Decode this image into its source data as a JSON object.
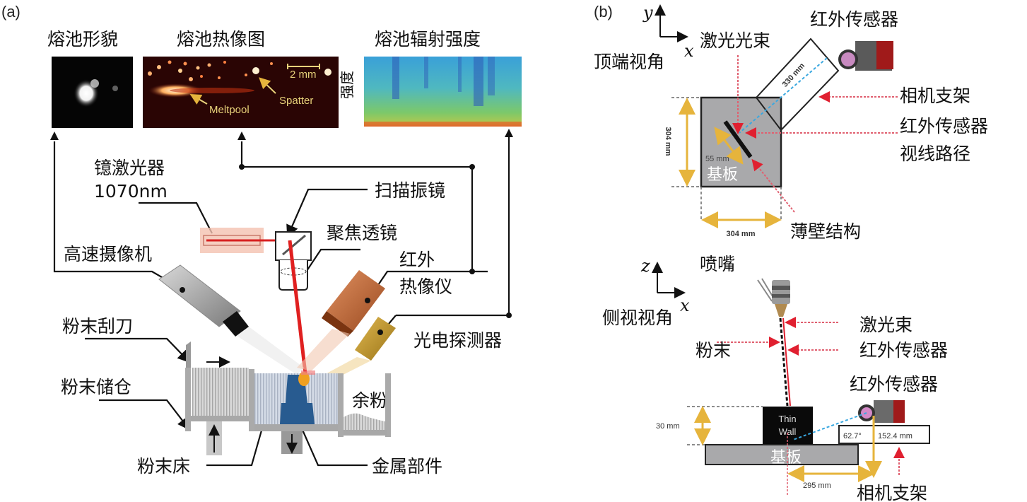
{
  "panel_a": {
    "label": "(a)",
    "images": {
      "meltpool_morphology": "熔池形貌",
      "meltpool_thermal": "熔池热像图",
      "meltpool_radiation": "熔池辐射强度",
      "intensity_axis": "强度",
      "scale_bar": "2 mm",
      "meltpool_annotation": "Meltpool",
      "spatter_annotation": "Spatter"
    },
    "components": {
      "laser_line1": "镱激光器",
      "laser_line2": "1070nm",
      "galvo": "扫描振镜",
      "focus_lens": "聚焦透镜",
      "high_speed_camera": "高速摄像机",
      "ir_camera_line1": "红外",
      "ir_camera_line2": "热像仪",
      "recoater": "粉末刮刀",
      "photodetector": "光电探测器",
      "powder_reservoir": "粉末储仓",
      "excess_powder": "余粉",
      "powder_bed": "粉末床",
      "metal_part": "金属部件"
    }
  },
  "panel_b": {
    "label": "(b)",
    "top_view": {
      "title": "顶端视角",
      "axis_y": "y",
      "axis_x": "x",
      "laser_beam": "激光光束",
      "ir_sensor": "红外传感器",
      "camera_mount": "相机支架",
      "ir_path_line1": "红外传感器",
      "ir_path_line2": "视线路径",
      "thin_wall": "薄壁结构",
      "substrate": "基板",
      "dim_330": "330 mm",
      "dim_304_v": "304 mm",
      "dim_304_h": "304 mm",
      "dim_55": "55 mm"
    },
    "side_view": {
      "title": "侧视视角",
      "axis_z": "z",
      "axis_x": "x",
      "nozzle": "喷嘴",
      "laser_beam": "激光束",
      "powder": "粉末",
      "ir_sensor_path": "红外传感器",
      "ir_sensor": "红外传感器",
      "thin_wall_line1": "Thin",
      "thin_wall_line2": "Wall",
      "substrate": "基板",
      "camera_mount": "相机支架",
      "dim_30": "30 mm",
      "angle": "62.7°",
      "dim_152": "152.4 mm",
      "dim_295": "295 mm"
    }
  }
}
